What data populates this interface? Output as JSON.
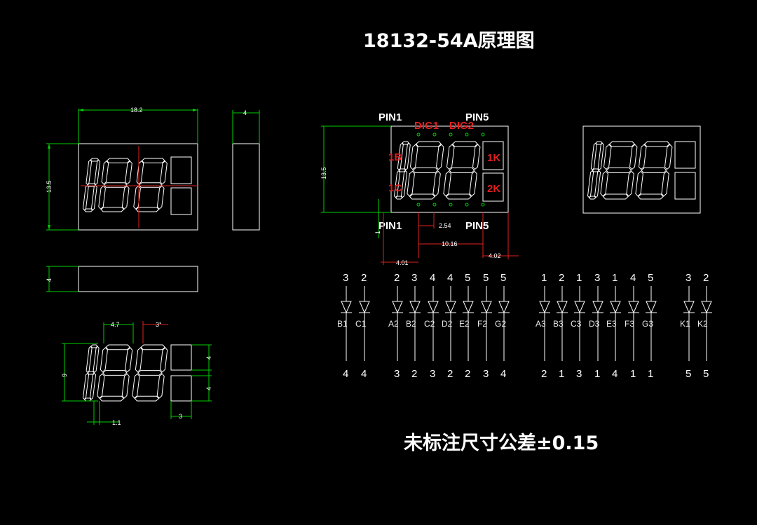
{
  "title": "18132-54A原理图",
  "tolerance_note": "未标注尺寸公差±0.15",
  "dims": {
    "width": "18.2",
    "height": "13.5",
    "depth": "4",
    "side": "4",
    "seg_w": "4.7",
    "angle": "3°",
    "seg_h": "9",
    "box_h1": "4",
    "box_h2": "4",
    "box_w": "3",
    "stroke": "1.1",
    "pcb_h": "13.5",
    "pin_pitch": "2.54",
    "pin_span": "10.16",
    "right_off": "4.02",
    "left_off": "4.01",
    "pin_len": "1"
  },
  "pins": {
    "pin1_top": "PIN1",
    "pin5_top": "PIN5",
    "pin1_bot": "PIN1",
    "pin5_bot": "PIN5",
    "dig1": "DIG1",
    "dig2": "DIG2",
    "b1": "1B",
    "c1": "1C",
    "k1": "1K",
    "k2": "2K"
  },
  "diodes": [
    {
      "top": "3",
      "label": "B1",
      "bottom": "4"
    },
    {
      "top": "2",
      "label": "C1",
      "bottom": "4"
    },
    {
      "top": "2",
      "label": "A2",
      "bottom": "3"
    },
    {
      "top": "3",
      "label": "B2",
      "bottom": "2"
    },
    {
      "top": "4",
      "label": "C2",
      "bottom": "3"
    },
    {
      "top": "4",
      "label": "D2",
      "bottom": "2"
    },
    {
      "top": "5",
      "label": "E2",
      "bottom": "2"
    },
    {
      "top": "5",
      "label": "F2",
      "bottom": "3"
    },
    {
      "top": "5",
      "label": "G2",
      "bottom": "4"
    },
    {
      "top": "1",
      "label": "A3",
      "bottom": "2"
    },
    {
      "top": "2",
      "label": "B3",
      "bottom": "1"
    },
    {
      "top": "1",
      "label": "C3",
      "bottom": "3"
    },
    {
      "top": "3",
      "label": "D3",
      "bottom": "1"
    },
    {
      "top": "1",
      "label": "E3",
      "bottom": "4"
    },
    {
      "top": "4",
      "label": "F3",
      "bottom": "1"
    },
    {
      "top": "5",
      "label": "G3",
      "bottom": "1"
    },
    {
      "top": "3",
      "label": "K1",
      "bottom": "5"
    },
    {
      "top": "2",
      "label": "K2",
      "bottom": "5"
    }
  ]
}
